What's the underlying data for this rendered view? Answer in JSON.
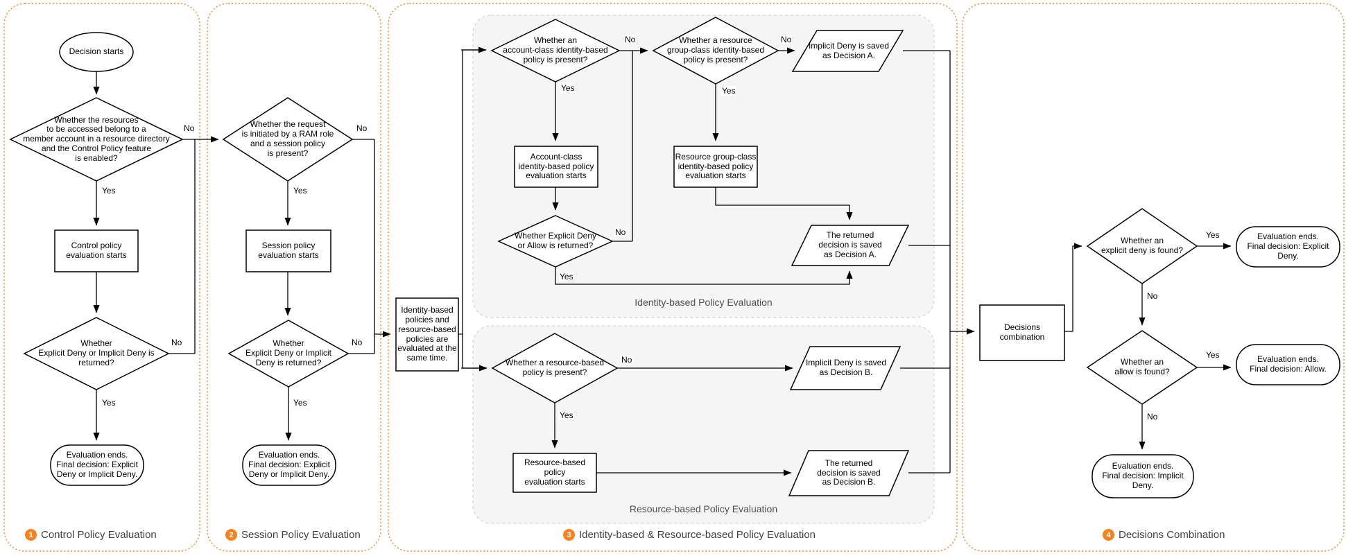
{
  "labels": {
    "yes": "Yes",
    "no": "No"
  },
  "sections": {
    "s1": {
      "num": "1",
      "title": "Control Policy Evaluation"
    },
    "s2": {
      "num": "2",
      "title": "Session Policy Evaluation"
    },
    "s3": {
      "num": "3",
      "title": "Identity-based & Resource-based Policy Evaluation"
    },
    "s4": {
      "num": "4",
      "title": "Decisions Combination"
    }
  },
  "groups": {
    "identity": "Identity-based Policy Evaluation",
    "resource": "Resource-based Policy Evaluation"
  },
  "nodes": {
    "s1_start": "Decision starts",
    "s1_d1": "Whether the resources\nto be accessed belong to a\nmember account in a resource directory\nand the Control Policy feature\nis enabled?",
    "s1_rect": "Control policy\nevaluation starts",
    "s1_d2": "Whether\nExplicit Deny or Implicit Deny is\nreturned?",
    "s1_end": "Evaluation ends.\nFinal decision: Explicit\nDeny or Implicit Deny.",
    "s2_d1": "Whether the request\nis initiated by a RAM role\nand a session policy\nis present?",
    "s2_rect": "Session policy\nevaluation starts",
    "s2_d2": "Whether\nExplicit Deny or Implicit\nDeny is returned?",
    "s2_end": "Evaluation ends.\nFinal decision: Explicit\nDeny or Implicit Deny.",
    "s3_box": "Identity-based\npolicies and\nresource-based\npolicies are\nevaluated at the\nsame time.",
    "id_d1": "Whether an\naccount-class identity-based\npolicy is present?",
    "id_rect1": "Account-class\nidentity-based policy\nevaluation starts",
    "id_d2": "Whether Explicit Deny\nor Allow is returned?",
    "id_d3": "Whether a resource\ngroup-class identity-based\npolicy is present?",
    "id_rect2": "Resource group-class\nidentity-based policy\nevaluation starts",
    "id_p1": "Implicit Deny is saved\nas Decision A.",
    "id_p2": "The returned\ndecision is saved\nas Decision A.",
    "rb_d1": "Whether a resource-based\npolicy is present?",
    "rb_rect": "Resource-based policy\nevaluation starts",
    "rb_p1": "Implicit Deny is saved\nas Decision B.",
    "rb_p2": "The returned\ndecision is saved\nas Decision B.",
    "s4_box": "Decisions\ncombination",
    "s4_d1": "Whether an\nexplicit deny is found?",
    "s4_d2": "Whether an\nallow is found?",
    "s4_end1": "Evaluation ends.\nFinal decision: Explicit\nDeny.",
    "s4_end2": "Evaluation ends.\nFinal decision: Allow.",
    "s4_end3": "Evaluation ends.\nFinal decision: Implicit\nDeny."
  },
  "colors": {
    "accent": "#f5821f",
    "group_fill": "#f5f5f5",
    "group_border": "#cccccc",
    "line": "#000000"
  }
}
